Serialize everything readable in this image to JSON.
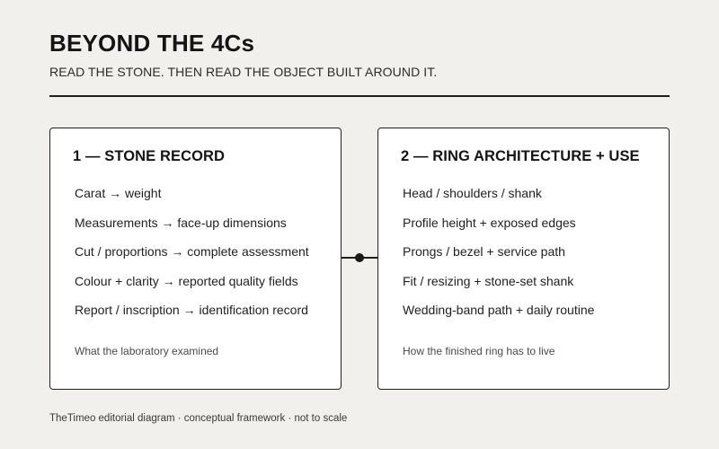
{
  "header": {
    "title": "BEYOND THE 4Cs",
    "subtitle": "READ THE STONE. THEN READ THE OBJECT BUILT AROUND IT."
  },
  "panels": [
    {
      "heading": "1 — STONE RECORD",
      "items": [
        "Carat → weight",
        "Measurements → face-up dimensions",
        "Cut / proportions → complete assessment",
        "Colour + clarity → reported quality fields",
        "Report / inscription → identification record"
      ],
      "caption": "What the laboratory examined"
    },
    {
      "heading": "2 — RING ARCHITECTURE + USE",
      "items": [
        "Head / shoulders / shank",
        "Profile height + exposed edges",
        "Prongs / bezel + service path",
        "Fit / resizing + stone-set shank",
        "Wedding-band path + daily routine"
      ],
      "caption": "How the finished ring has to live"
    }
  ],
  "footer": {
    "note": "TheTimeo editorial diagram · conceptual framework · not to scale"
  },
  "colors": {
    "background": "#f1f0ec",
    "panel": "#ffffff",
    "ink": "#1a1a1a"
  }
}
